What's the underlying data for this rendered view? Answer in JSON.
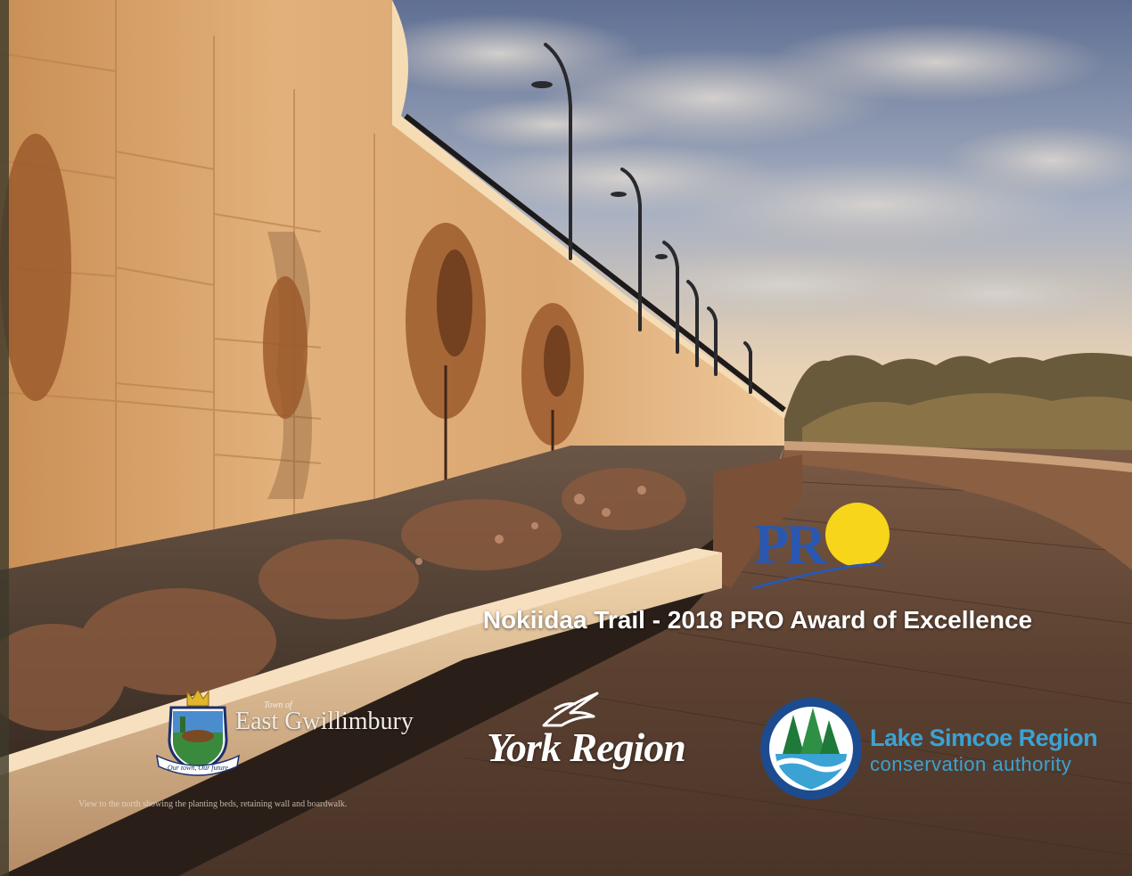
{
  "award": {
    "title": "Nokiidaa Trail - 2018 PRO Award of Excellence",
    "logo_letters": "PR"
  },
  "caption": "View to the north showing the planting beds, retaining wall and boardwalk.",
  "logos": {
    "east_gwillimbury": {
      "town_of": "Town of",
      "name": "East Gwillimbury",
      "motto": "Our town, Our future"
    },
    "york_region": {
      "name": "York Region"
    },
    "lake_simcoe": {
      "name": "Lake Simcoe Region",
      "subtitle": "conservation authority"
    }
  },
  "colors": {
    "sky": "#7d8fae",
    "wall": "#d9a66b",
    "boardwalk": "#6b4a36",
    "pro_blue": "#2a58b0",
    "pro_sun": "#f7d51a",
    "lsr_blue": "#3aa3d4",
    "lsr_ring": "#1c4c8f"
  }
}
